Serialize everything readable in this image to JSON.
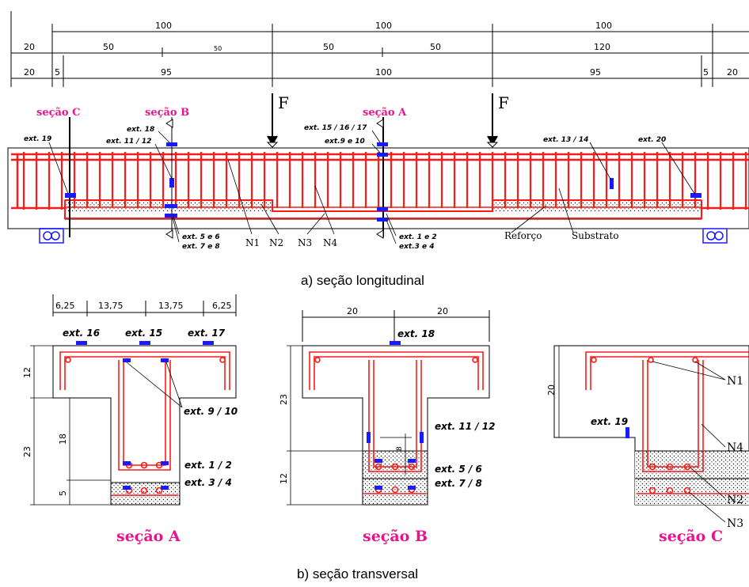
{
  "dimensions": {
    "row1": [
      "100",
      "100",
      "100"
    ],
    "row2": [
      "20",
      "50",
      "50",
      "50",
      "50",
      "120"
    ],
    "row3": [
      "20",
      "5",
      "95",
      "100",
      "95",
      "5",
      "20"
    ],
    "secA_top": [
      "6,25",
      "13,75",
      "13,75",
      "6,25"
    ],
    "secA_side": [
      "12",
      "23",
      "18",
      "5"
    ],
    "secB_top": [
      "20",
      "20"
    ],
    "secB_side": [
      "23",
      "12",
      "8"
    ],
    "secC_side": [
      "20"
    ]
  },
  "forces": [
    "F",
    "F"
  ],
  "section_labels": {
    "secC": "seção C",
    "secB": "seção B",
    "secA": "seção A"
  },
  "gauges_long": {
    "g19": "ext. 19",
    "g18": "ext. 18",
    "g1112": "ext. 11 / 12",
    "g151617": "ext. 15 / 16 / 17",
    "g910": "ext.9 e 10",
    "g1314": "ext. 13 / 14",
    "g20": "ext. 20",
    "g56": "ext. 5 e 6",
    "g78": "ext. 7 e 8",
    "g12": "ext. 1 e 2",
    "g34": "ext.3 e 4"
  },
  "bars_long": [
    "N1",
    "N2",
    "N3",
    "N4",
    "Reforço",
    "Substrato"
  ],
  "captions": {
    "longitudinal": "a) seção longitudinal",
    "transversal": "b) seção transversal"
  },
  "gauges_trans": {
    "a16": "ext. 16",
    "a15": "ext. 15",
    "a17": "ext. 17",
    "a910": "ext. 9 / 10",
    "a12": "ext. 1 / 2",
    "a34": "ext. 3 / 4",
    "b18": "ext. 18",
    "b1112": "ext. 11 / 12",
    "b56": "ext. 5 / 6",
    "b78": "ext. 7 / 8",
    "c19": "ext. 19"
  },
  "bars_trans": [
    "N1",
    "N4",
    "N2",
    "N3"
  ],
  "colors": {
    "steel": "#ff1a1a",
    "gauge": "#1a1aff",
    "label": "#e4158f"
  }
}
